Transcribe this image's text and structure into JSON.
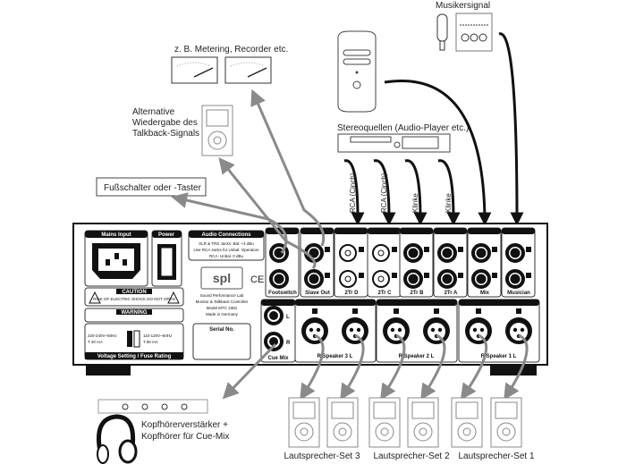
{
  "labels": {
    "musician_signal": "Musikersignal",
    "metering": "z. B. Metering, Recorder etc.",
    "talkback_alt": [
      "Alternative",
      "Wiedergabe des",
      "Talkback-Signals"
    ],
    "stereo_sources": "Stereoquellen (Audio-Player etc.)",
    "footswitch_box": "Fußschalter oder -Taster",
    "cable_labels": [
      "RCA (Cinch)",
      "RCA (Cinch)",
      "Klinke",
      "Klinke"
    ],
    "headphones": [
      "Kopfhörerverstärker +",
      "Kopfhörer für Cue-Mix"
    ],
    "speaker_sets": [
      "Lautsprecher-Set 3",
      "Lautsprecher-Set 2",
      "Lautsprecher-Set 1"
    ]
  },
  "panel": {
    "mains_input": "Mains Input",
    "power": "Power",
    "audio_connections": "Audio Connections",
    "audio_lines": [
      "XLR & TRS Jacks: Bal. +4 dBu",
      "Use RCA Jacks for Unbal. Operation",
      "RCA: Unbal. 0 dBu"
    ],
    "logo": "spl",
    "ce": "CE",
    "maker_lines": [
      "Sound Performance Lab",
      "Monitor & Talkback Controller",
      "Model MTC 2381",
      "Made in Germany"
    ],
    "serial": "Serial No.",
    "caution": "CAUTION",
    "caution_text": "RISK OF ELECTRIC SHOCK DO NOT OPEN",
    "warning": "WARNING",
    "voltage_left": [
      "220-240V~50Hz",
      "T 40 mA"
    ],
    "voltage_right": [
      "110-120V~60Hz",
      "T 80 mA"
    ],
    "voltage_footer": "Voltage Setting / Fuse Rating",
    "jack_columns": [
      "Footswitch",
      "Slave Out",
      "2Tr D",
      "2Tr C",
      "2Tr B",
      "2Tr A",
      "Mix",
      "Musician"
    ],
    "cue_mix": "Cue Mix",
    "speaker_labels": [
      "R  Speaker 3  L",
      "R  Speaker 2  L",
      "R  Speaker 1  L"
    ],
    "lr": [
      "L",
      "R"
    ]
  },
  "colors": {
    "ink": "#111111",
    "gray_arrow": "#8a8a8a",
    "panel_bg": "#ffffff"
  }
}
